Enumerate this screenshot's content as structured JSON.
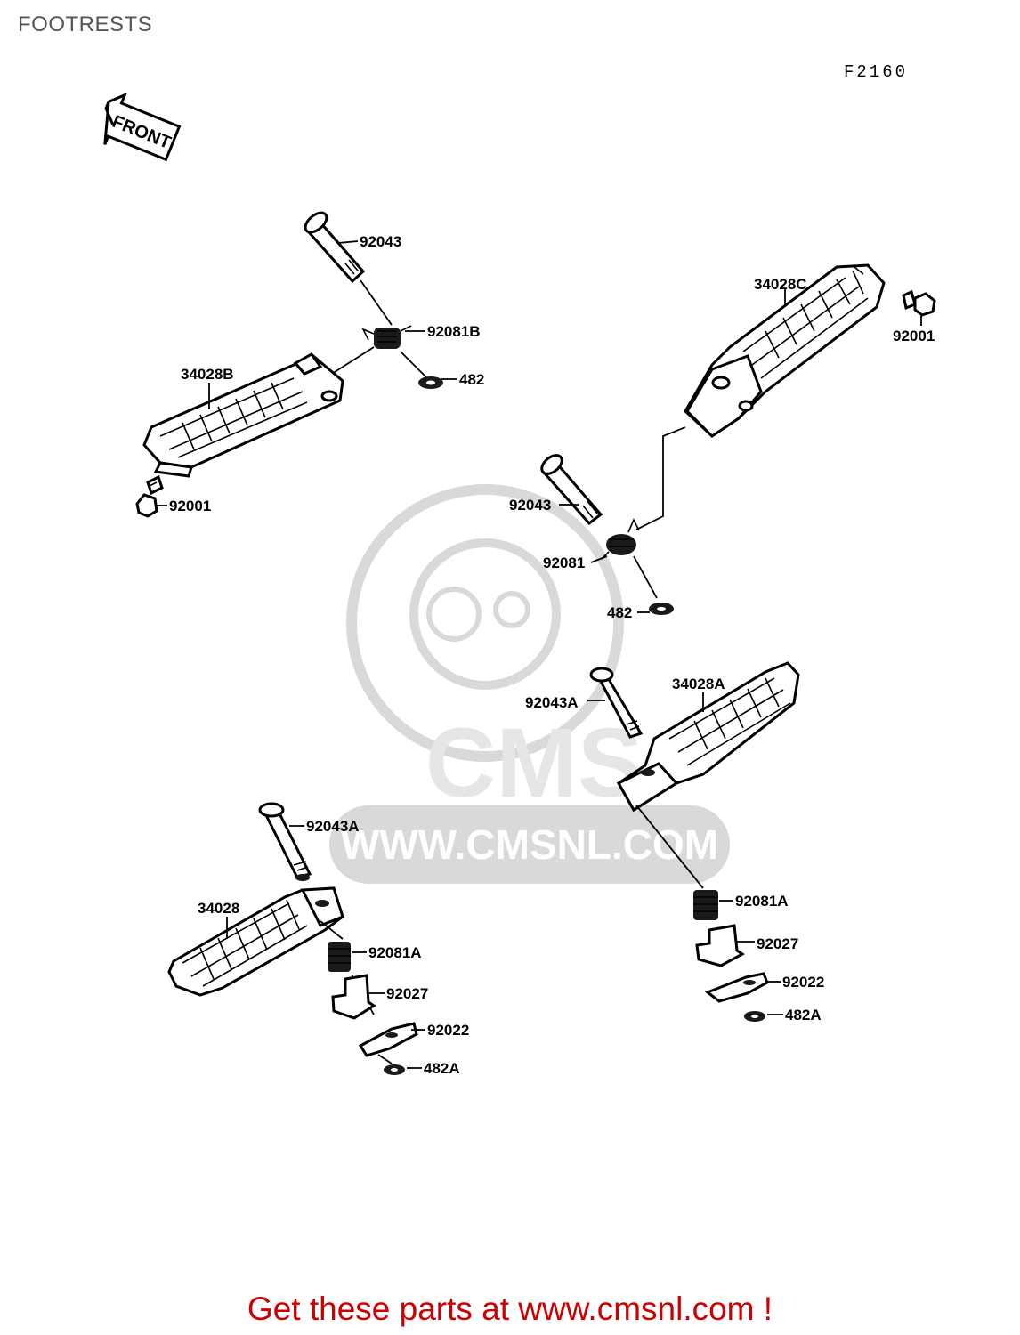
{
  "page_title": "FOOTRESTS",
  "figure_code": "F2160",
  "front_arrow_label": "FRONT",
  "watermark": {
    "site": "WWW.CMSNL.COM",
    "brand": "CMS"
  },
  "labels": {
    "upper_left_pin": "92043",
    "upper_left_spring": "92081B",
    "upper_left_clip": "482",
    "upper_left_footrest": "34028B",
    "upper_left_bolt": "92001",
    "upper_right_footrest": "34028C",
    "upper_right_bolt": "92001",
    "middle_pin": "92043",
    "middle_spring": "92081",
    "middle_clip": "482",
    "lower_right_pin": "92043A",
    "lower_right_footrest": "34028A",
    "lower_right_spring": "92081A",
    "lower_right_holder": "92027",
    "lower_right_plate": "92022",
    "lower_right_clip": "482A",
    "lower_left_pin": "92043A",
    "lower_left_footrest": "34028",
    "lower_left_spring": "92081A",
    "lower_left_holder": "92027",
    "lower_left_plate": "92022",
    "lower_left_clip": "482A"
  },
  "footer_text": "Get these parts at www.cmsnl.com !",
  "colors": {
    "footer": "#cc0000",
    "title": "#555555",
    "watermark": "#d9d9d9"
  }
}
